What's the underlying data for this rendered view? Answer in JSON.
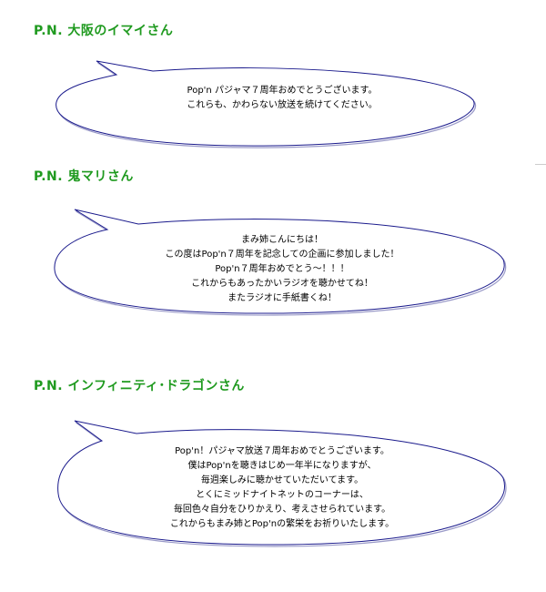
{
  "colors": {
    "name_text": "#1f9a1f",
    "bubble_stroke": "#1a1a8c",
    "bubble_shadow": "#9a9ac8",
    "bubble_fill": "#ffffff"
  },
  "posts": [
    {
      "name": "P.N. 大阪のイマイさん",
      "lines": [
        "Pop'n パジャマ７周年おめでとうございます。",
        "これらも、かわらない放送を続けてください。"
      ]
    },
    {
      "name": "P.N. 鬼マリさん",
      "lines": [
        "まみ姉こんにちは！",
        "この度はPop'n７周年を記念しての企画に参加しました！",
        "Pop'n７周年おめでとう～！！！",
        "これからもあったかいラジオを聴かせてね！",
        "またラジオに手紙書くね！"
      ]
    },
    {
      "name": "P.N. インフィニティ･ドラゴンさん",
      "lines": [
        "Pop'n！パジャマ放送７周年おめでとうございます。",
        "僕はPop'nを聴きはじめ一年半になりますが、",
        "毎週楽しみに聴かせていただいてます。",
        "とくにミッドナイトネットのコーナーは、",
        "毎回色々自分をひりかえり、考えさせられています。",
        "これからもまみ姉とPop'nの繁栄をお祈りいたします。"
      ]
    }
  ]
}
